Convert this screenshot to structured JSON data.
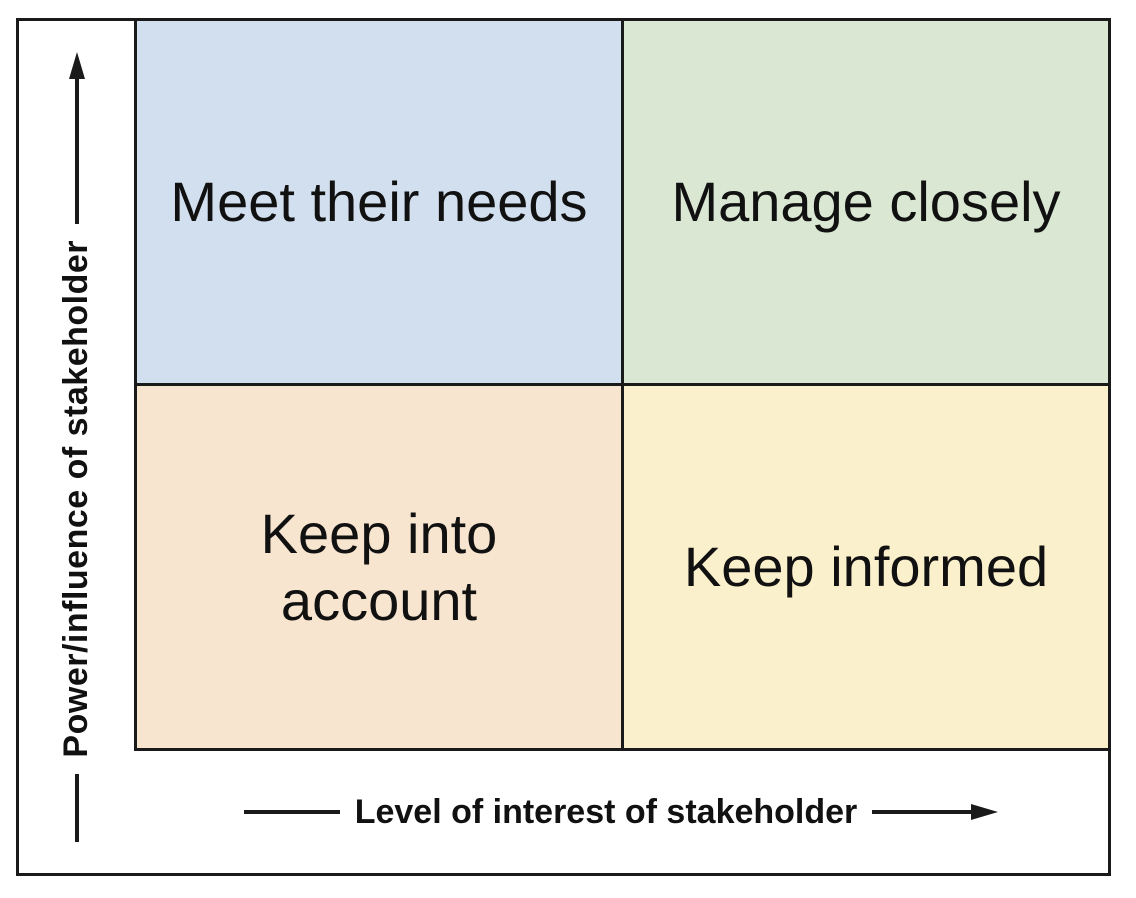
{
  "diagram": {
    "type": "quadrant-matrix",
    "quadrants": [
      {
        "position": "top-left",
        "label": "Meet their needs",
        "color": "#d2dfee"
      },
      {
        "position": "top-right",
        "label": "Manage closely",
        "color": "#d9e7d3"
      },
      {
        "position": "bottom-left",
        "label": "Keep into\naccount",
        "color": "#f8e5cf"
      },
      {
        "position": "bottom-right",
        "label": "Keep informed",
        "color": "#fbf0cc"
      }
    ],
    "y_axis": {
      "label": "Power/influence of stakeholder",
      "arrow_direction": "up"
    },
    "x_axis": {
      "label": "Level of interest of stakeholder",
      "arrow_direction": "right"
    },
    "colors": {
      "line": "#1a1a1a",
      "text": "#111111",
      "background": "#ffffff"
    }
  }
}
